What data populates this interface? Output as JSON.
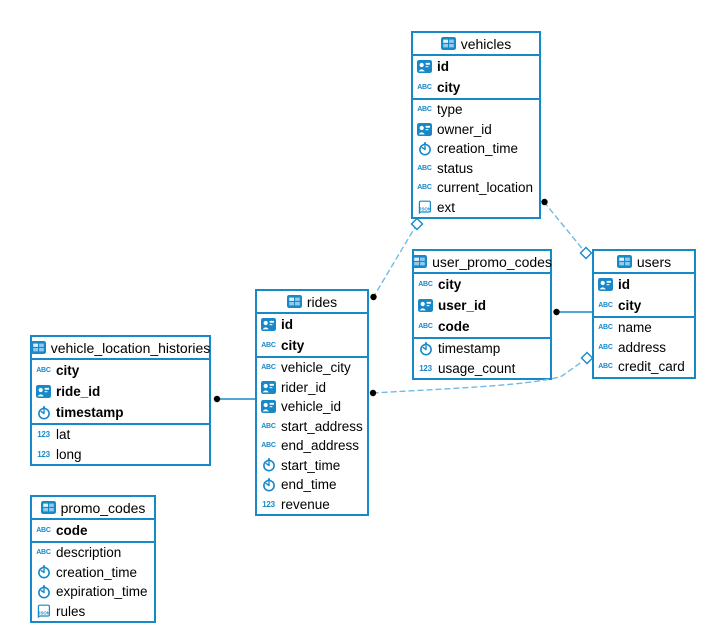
{
  "diagram": {
    "colors": {
      "accent": "#1789c9",
      "dashed_line": "#72bbe5",
      "endpoint_dot": "#000000",
      "background": "#ffffff",
      "text": "#000000"
    },
    "icon_glyphs": {
      "text": "ABC",
      "number": "123",
      "json": "JSON"
    },
    "tables": [
      {
        "name": "vehicles",
        "icon": "table-icon",
        "key_fields": [
          {
            "name": "id",
            "icon": "user-icon"
          },
          {
            "name": "city",
            "icon": "text-icon"
          }
        ],
        "fields": [
          {
            "name": "type",
            "icon": "text-icon"
          },
          {
            "name": "owner_id",
            "icon": "user-icon"
          },
          {
            "name": "creation_time",
            "icon": "clock-icon"
          },
          {
            "name": "status",
            "icon": "text-icon"
          },
          {
            "name": "current_location",
            "icon": "text-icon"
          },
          {
            "name": "ext",
            "icon": "json-icon"
          }
        ]
      },
      {
        "name": "user_promo_codes",
        "icon": "table-icon",
        "key_fields": [
          {
            "name": "city",
            "icon": "text-icon"
          },
          {
            "name": "user_id",
            "icon": "user-icon"
          },
          {
            "name": "code",
            "icon": "text-icon"
          }
        ],
        "fields": [
          {
            "name": "timestamp",
            "icon": "clock-icon"
          },
          {
            "name": "usage_count",
            "icon": "number-icon"
          }
        ]
      },
      {
        "name": "users",
        "icon": "table-icon",
        "key_fields": [
          {
            "name": "id",
            "icon": "user-icon"
          },
          {
            "name": "city",
            "icon": "text-icon"
          }
        ],
        "fields": [
          {
            "name": "name",
            "icon": "text-icon"
          },
          {
            "name": "address",
            "icon": "text-icon"
          },
          {
            "name": "credit_card",
            "icon": "text-icon"
          }
        ]
      },
      {
        "name": "rides",
        "icon": "table-icon",
        "key_fields": [
          {
            "name": "id",
            "icon": "user-icon"
          },
          {
            "name": "city",
            "icon": "text-icon"
          }
        ],
        "fields": [
          {
            "name": "vehicle_city",
            "icon": "text-icon"
          },
          {
            "name": "rider_id",
            "icon": "user-icon"
          },
          {
            "name": "vehicle_id",
            "icon": "user-icon"
          },
          {
            "name": "start_address",
            "icon": "text-icon"
          },
          {
            "name": "end_address",
            "icon": "text-icon"
          },
          {
            "name": "start_time",
            "icon": "clock-icon"
          },
          {
            "name": "end_time",
            "icon": "clock-icon"
          },
          {
            "name": "revenue",
            "icon": "number-icon"
          }
        ]
      },
      {
        "name": "vehicle_location_histories",
        "icon": "table-icon",
        "key_fields": [
          {
            "name": "city",
            "icon": "text-icon"
          },
          {
            "name": "ride_id",
            "icon": "user-icon"
          },
          {
            "name": "timestamp",
            "icon": "clock-icon"
          }
        ],
        "fields": [
          {
            "name": "lat",
            "icon": "number-icon"
          },
          {
            "name": "long",
            "icon": "number-icon"
          }
        ]
      },
      {
        "name": "promo_codes",
        "icon": "table-icon",
        "key_fields": [
          {
            "name": "code",
            "icon": "text-icon"
          }
        ],
        "fields": [
          {
            "name": "description",
            "icon": "text-icon"
          },
          {
            "name": "creation_time",
            "icon": "clock-icon"
          },
          {
            "name": "expiration_time",
            "icon": "clock-icon"
          },
          {
            "name": "rules",
            "icon": "json-icon"
          }
        ]
      }
    ],
    "relationships": [
      {
        "from": "rides",
        "to": "vehicles",
        "style": "dashed"
      },
      {
        "from": "users",
        "to": "vehicles",
        "style": "dashed"
      },
      {
        "from": "user_promo_codes",
        "to": "users",
        "style": "solid"
      },
      {
        "from": "rides",
        "to": "users",
        "style": "dashed"
      },
      {
        "from": "vehicle_location_histories",
        "to": "rides",
        "style": "solid"
      }
    ]
  }
}
